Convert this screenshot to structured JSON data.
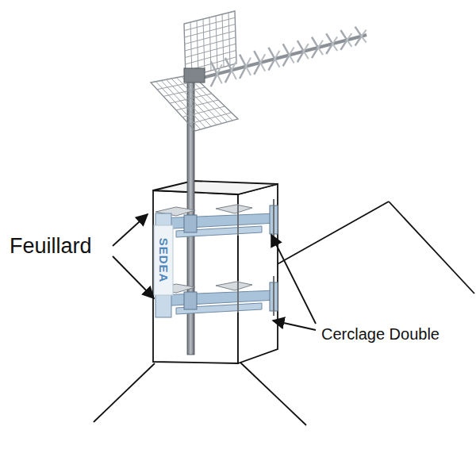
{
  "diagram": {
    "labels": [
      "Feuillard",
      "SEDEA",
      "Cerclage Double"
    ]
  }
}
